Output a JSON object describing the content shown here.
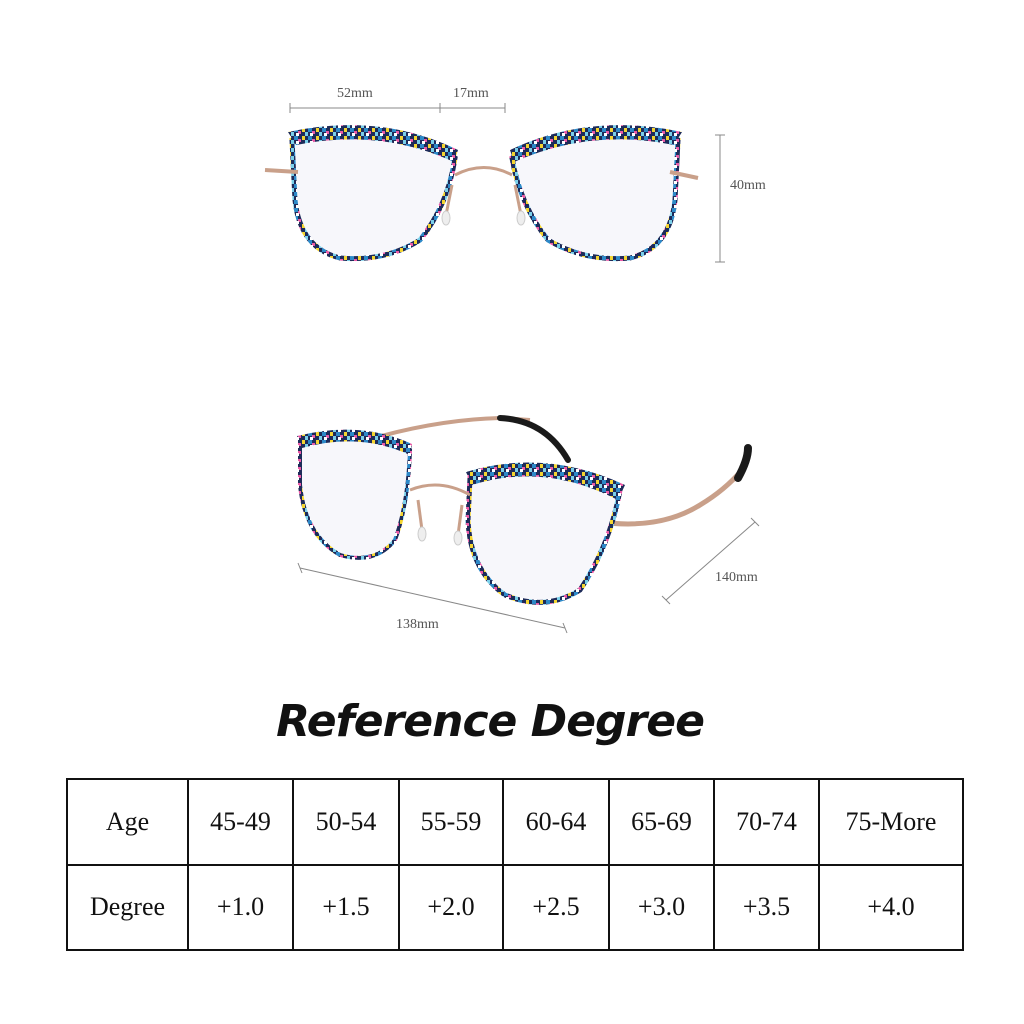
{
  "dimensions": {
    "lens_width": "52mm",
    "bridge_width": "17mm",
    "lens_height": "40mm",
    "frame_width": "138mm",
    "temple_length": "140mm"
  },
  "colors": {
    "frame_pattern": [
      "#2d89c8",
      "#e85aa6",
      "#f4d531",
      "#1e2b59",
      "#7ad0ea",
      "#ffffff"
    ],
    "metal": "#c9a08a",
    "temple_tip": "#1a1a1a",
    "tip_accent": "#1f2f9a"
  },
  "reference": {
    "title": "Reference Degree",
    "table": {
      "rows": [
        {
          "label": "Age",
          "values": [
            "45-49",
            "50-54",
            "55-59",
            "60-64",
            "65-69",
            "70-74",
            "75-More"
          ]
        },
        {
          "label": "Degree",
          "values": [
            "+1.0",
            "+1.5",
            "+2.0",
            "+2.5",
            "+3.0",
            "+3.5",
            "+4.0"
          ]
        }
      ]
    }
  }
}
